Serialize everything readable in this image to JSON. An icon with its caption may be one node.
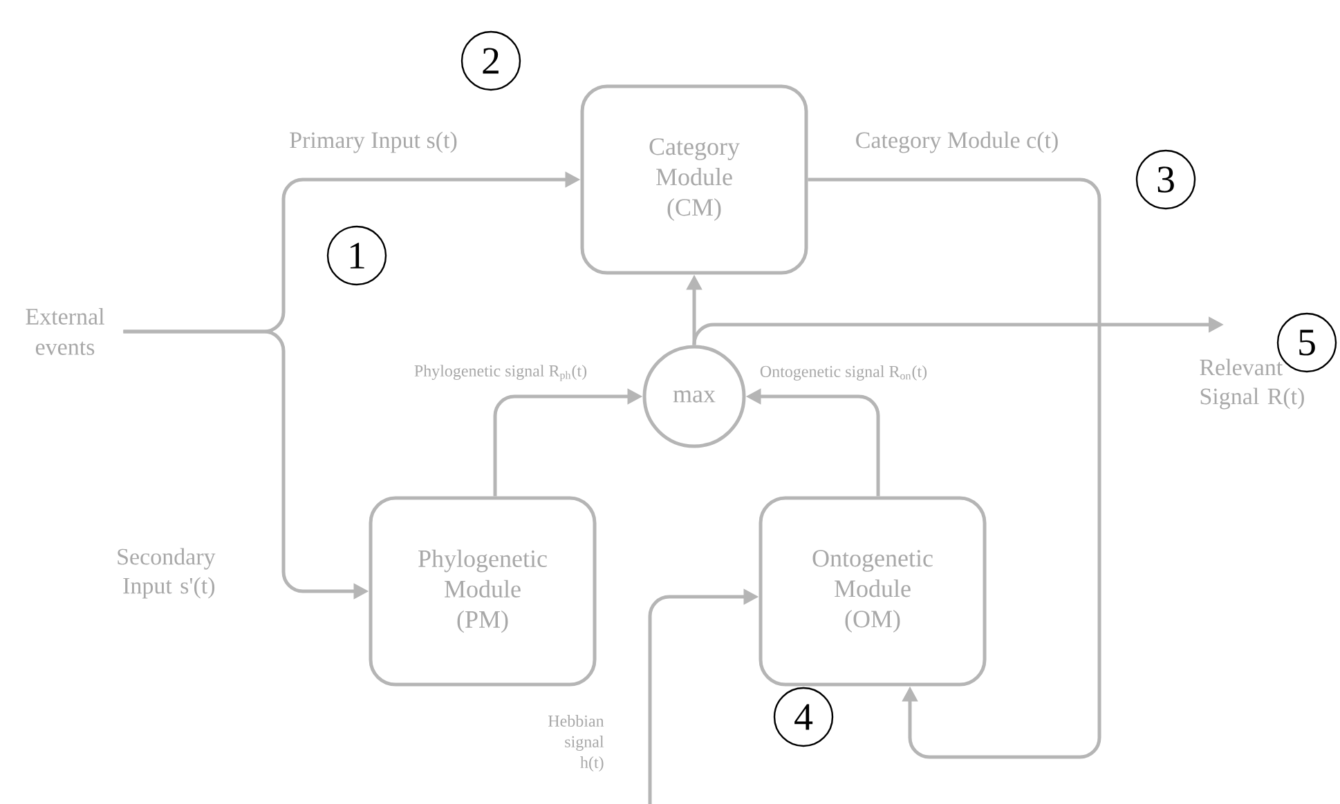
{
  "diagram": {
    "nodes": [
      {
        "text": [
          "External events"
        ]
      },
      {
        "text": [
          "Category Module (CM)"
        ]
      },
      {
        "text": [
          "max"
        ]
      },
      {
        "text": [
          "Phylogenetic Module (PM)"
        ]
      },
      {
        "text": [
          "Ontogenetic Module (OM)"
        ]
      },
      {
        "text": [
          "2"
        ]
      },
      {
        "text": [
          "3"
        ]
      },
      {
        "text": [
          "1"
        ]
      },
      {
        "text": [
          "5"
        ]
      },
      {
        "text": [
          "4"
        ]
      }
    ],
    "edges": [
      {
        "from": 0,
        "to": 1,
        "arrow": "to",
        "label": "Primary Input s(t)"
      },
      {
        "from": 0,
        "to": 3,
        "arrow": "to",
        "label": "Secondary Input s'(t)"
      },
      {
        "from": 3,
        "to": 2,
        "arrow": "to",
        "label": "Phylogenetic signal R$_{ph}$(t)"
      },
      {
        "from": 4,
        "to": 2,
        "arrow": "to",
        "label": "Ontogenetic signal R$_{on}$(t)"
      },
      {
        "from": 2,
        "to": 1,
        "arrow": "to"
      },
      {
        "from": 2,
        "to": null,
        "arrow": "to",
        "label": "Relevant Signal R(t)"
      },
      {
        "from": 1,
        "to": 4,
        "arrow": "to",
        "label": "Category Module c(t)"
      },
      {
        "from": null,
        "to": 4,
        "arrow": "to",
        "label": "Hebbian signal h(t)"
      }
    ]
  }
}
